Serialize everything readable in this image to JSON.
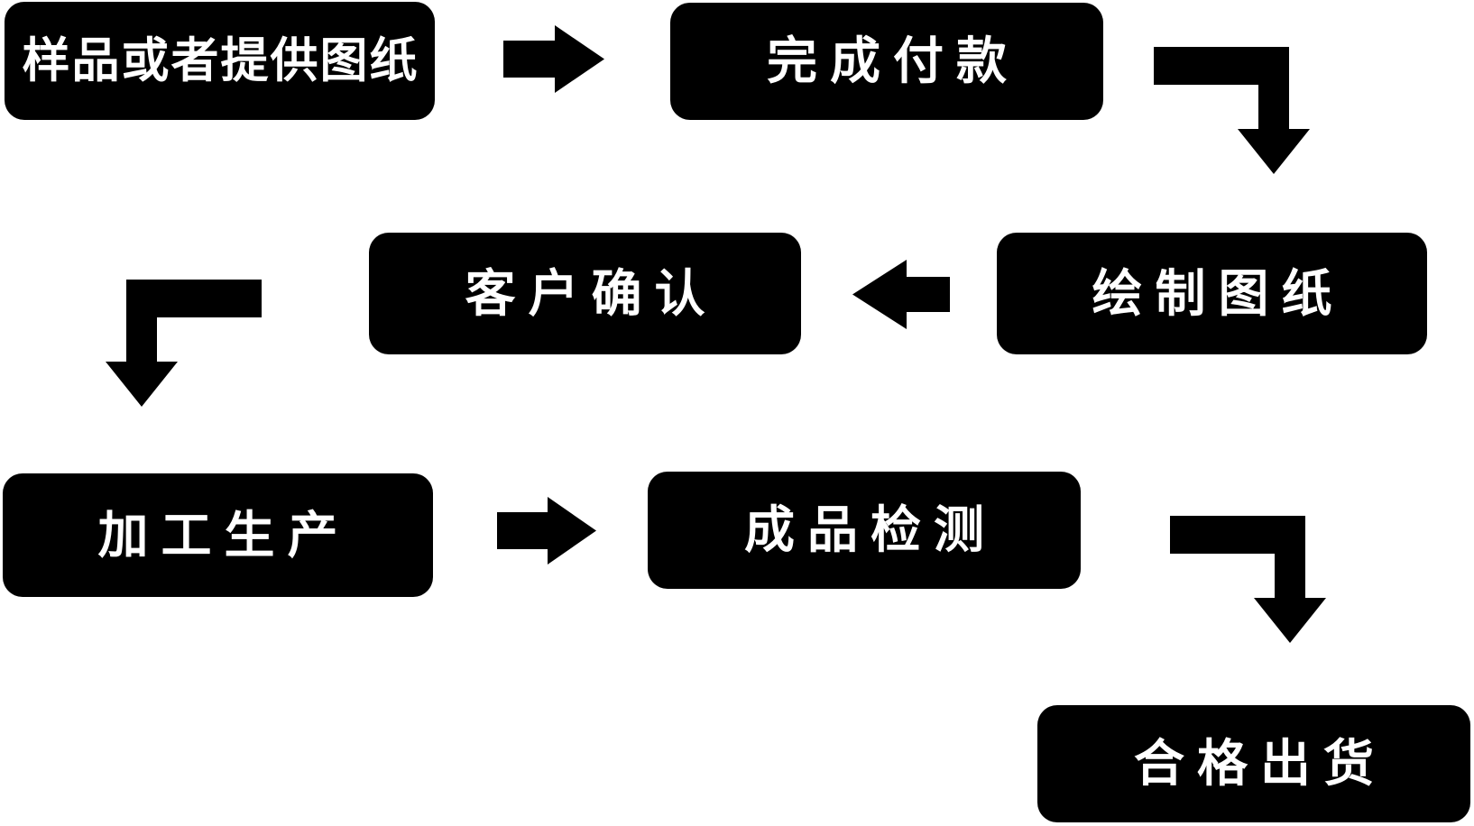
{
  "diagram": {
    "type": "flowchart",
    "language": "zh-CN",
    "steps": [
      {
        "id": "step-1",
        "label": "样品或者提供图纸"
      },
      {
        "id": "step-2",
        "label": "完成付款"
      },
      {
        "id": "step-3",
        "label": "绘制图纸"
      },
      {
        "id": "step-4",
        "label": "客户确认"
      },
      {
        "id": "step-5",
        "label": "加工生产"
      },
      {
        "id": "step-6",
        "label": "成品检测"
      },
      {
        "id": "step-7",
        "label": "合格出货"
      }
    ],
    "edges": [
      {
        "from": "step-1",
        "to": "step-2",
        "shape": "straight",
        "direction": "right"
      },
      {
        "from": "step-2",
        "to": "step-3",
        "shape": "elbow",
        "direction": "down-right"
      },
      {
        "from": "step-3",
        "to": "step-4",
        "shape": "straight",
        "direction": "left"
      },
      {
        "from": "step-4",
        "to": "step-5",
        "shape": "elbow",
        "direction": "down-left"
      },
      {
        "from": "step-5",
        "to": "step-6",
        "shape": "straight",
        "direction": "right"
      },
      {
        "from": "step-6",
        "to": "step-7",
        "shape": "elbow",
        "direction": "down-right"
      }
    ],
    "colors": {
      "background": "#ffffff",
      "box_fill": "#000000",
      "box_text": "#ffffff",
      "arrow_fill": "#000000"
    }
  }
}
